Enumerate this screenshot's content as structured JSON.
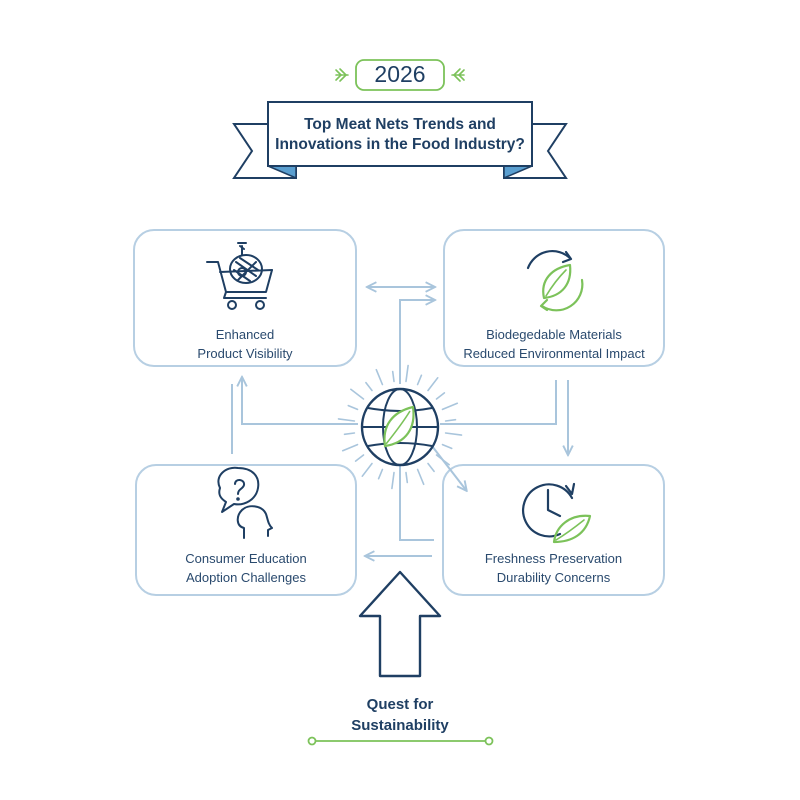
{
  "header": {
    "year": "2026",
    "title_line1": "Top Meat Nets Trends and",
    "title_line2": "Innovations in the Food Industry?"
  },
  "cards": {
    "top_left": {
      "line1": "Enhanced",
      "line2": "Product Visibility",
      "icon": "shopping-cart-meat-icon"
    },
    "top_right": {
      "line1": "Biodegedable Materials",
      "line2": "Reduced Environmental Impact",
      "icon": "recycle-leaf-icon"
    },
    "bottom_left": {
      "line1": "Consumer Education",
      "line2": "Adoption Challenges",
      "icon": "head-question-icon"
    },
    "bottom_right": {
      "line1": "Freshness Preservation",
      "line2": "Durability Concerns",
      "icon": "clock-leaf-icon"
    }
  },
  "center": {
    "icon": "globe-leaf-icon"
  },
  "bottom": {
    "line1": "Quest for",
    "line2": "Sustainability"
  },
  "colors": {
    "navy": "#1f3f63",
    "green": "#7cc25a",
    "card_border": "#b7cfe3",
    "connector": "#a9c5dc",
    "ribbon_fold": "#5a9fd0"
  }
}
